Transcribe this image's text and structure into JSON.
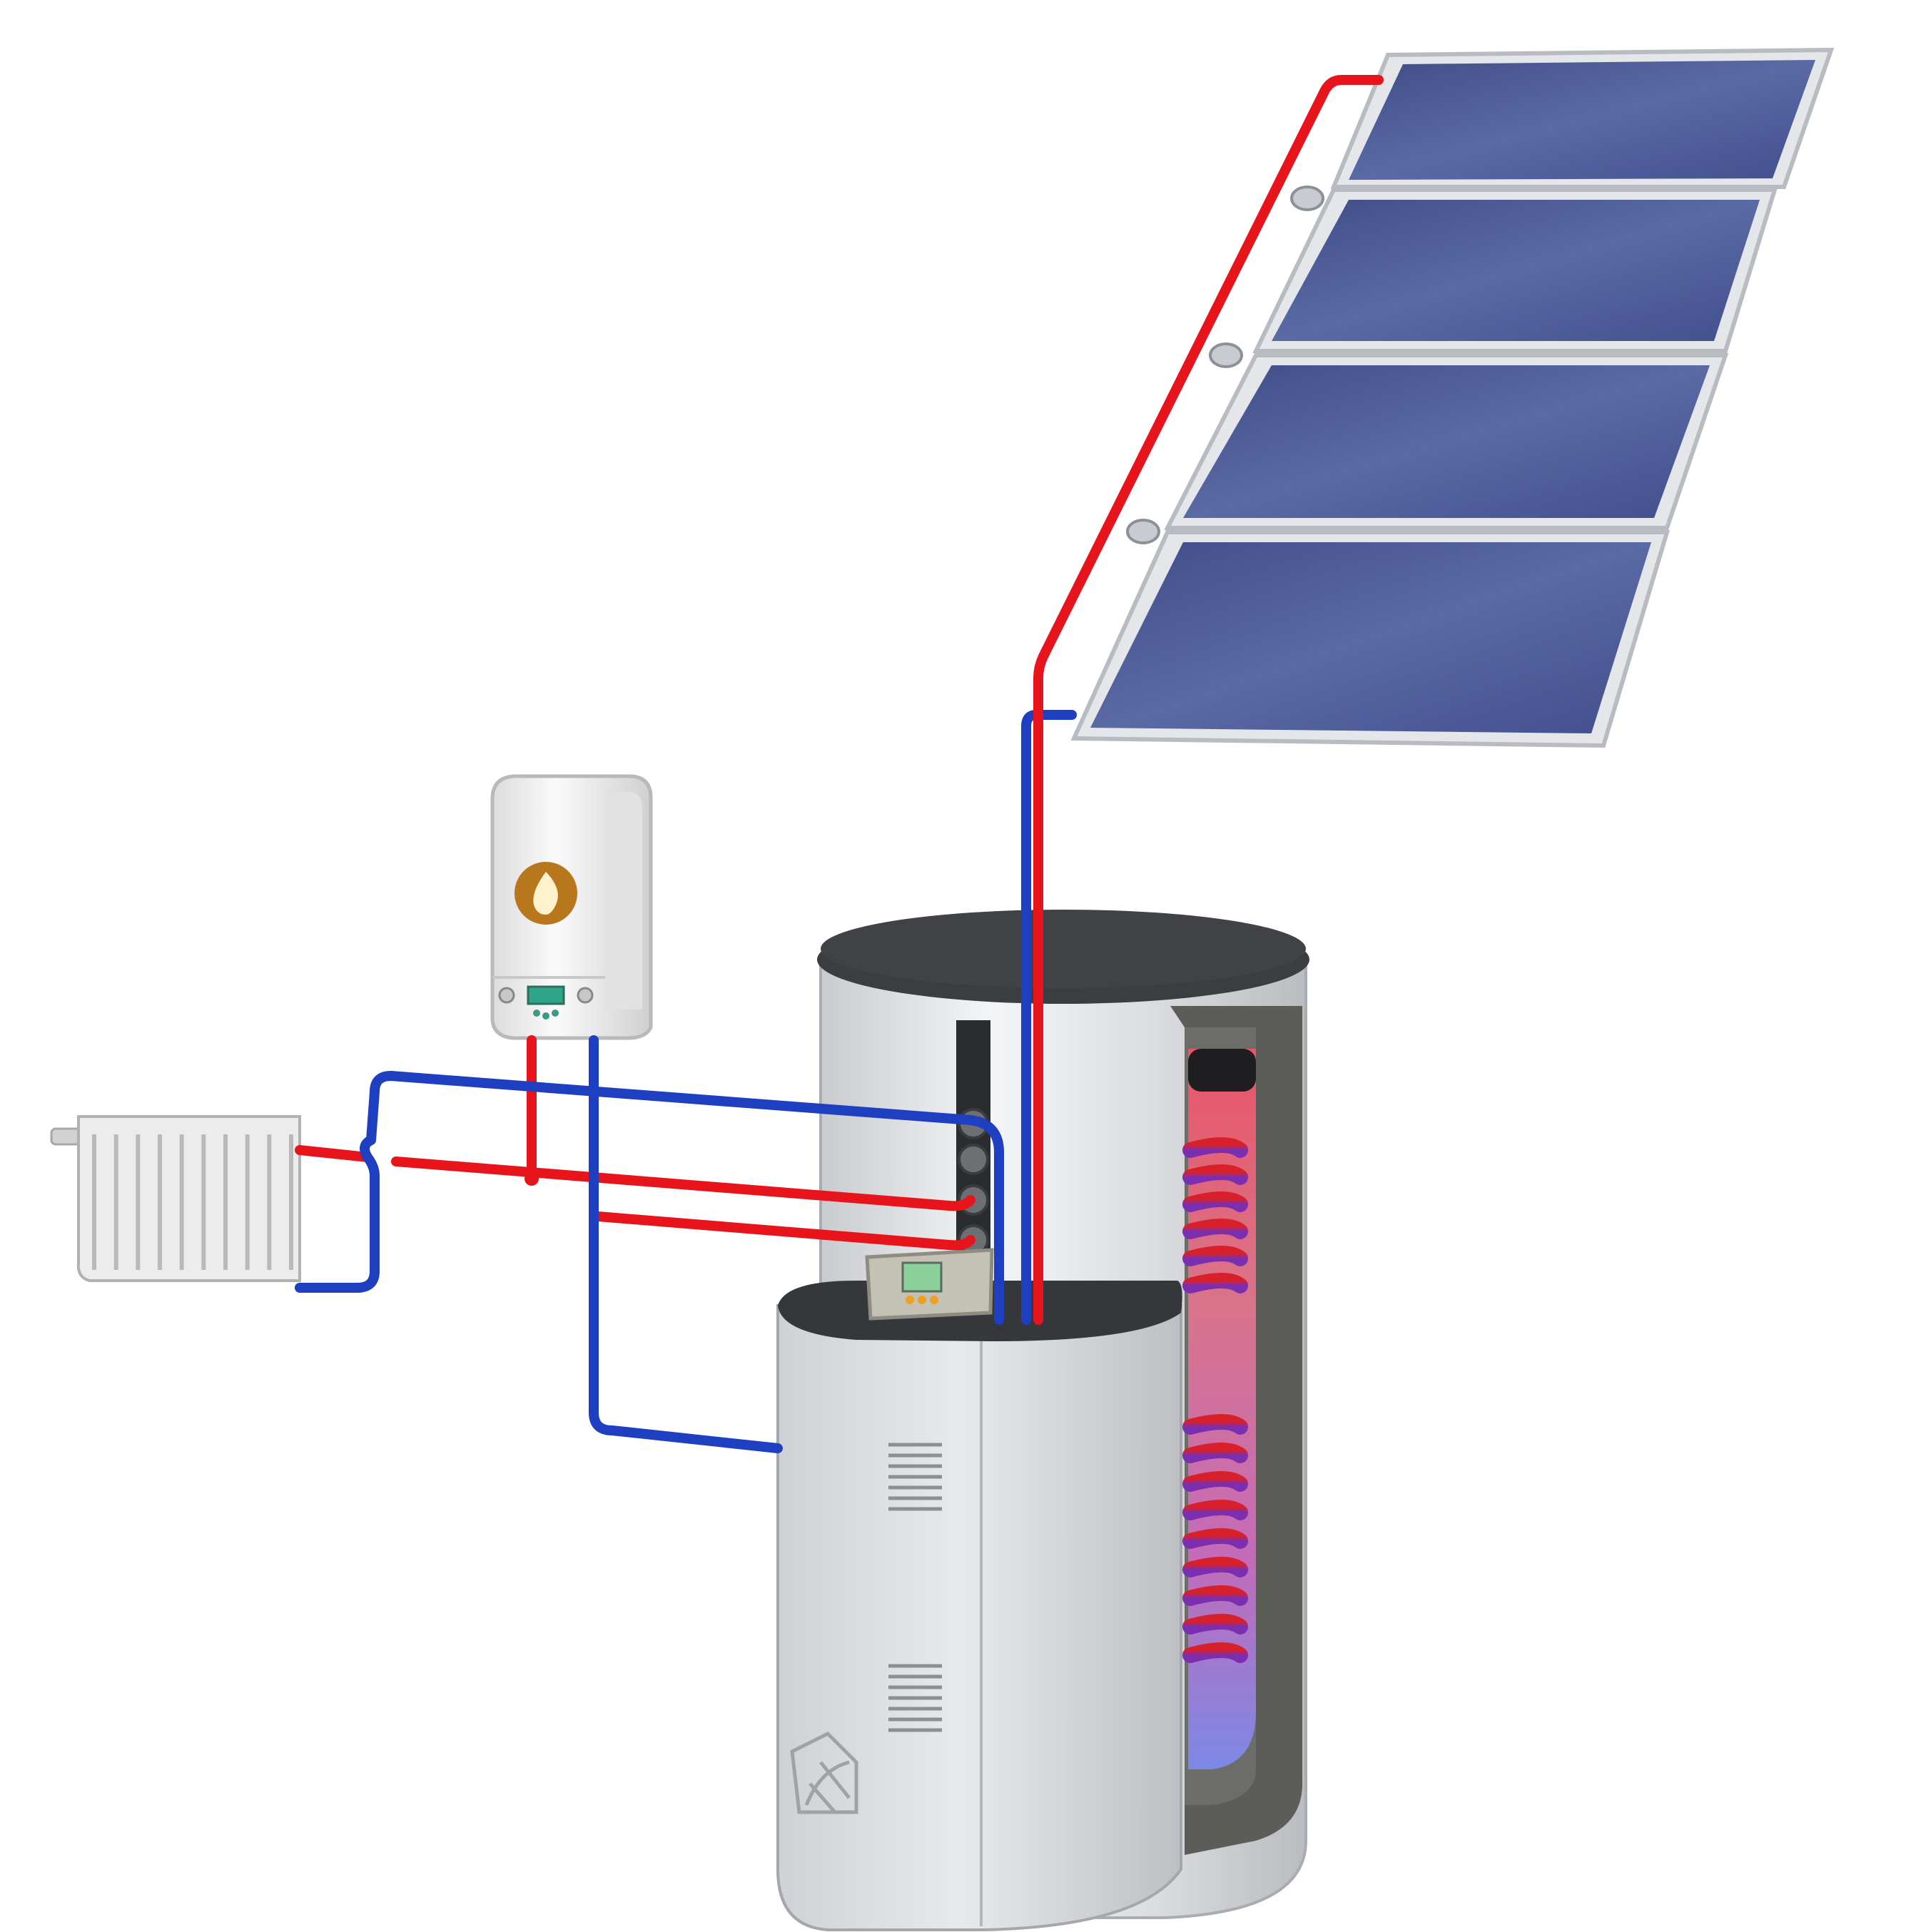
{
  "figure": {
    "type": "solar-thermal-heating-system-illustration",
    "labels": []
  },
  "colors": {
    "hot_pipe": "#e8141c",
    "cold_pipe": "#1e3fbf",
    "panel_fill": "#4a5a95",
    "panel_frame": "#d7dbe0",
    "tank_body": "#d4d6d9",
    "tank_lid": "#3b3d40",
    "insulation": "#5f605c",
    "boiler_body": "#eeeeee",
    "flame_badge": "#b8771c",
    "display_screen": "#2fa58a",
    "controller_screen": "#8bcf9a"
  },
  "components": [
    {
      "id": "solar-collectors",
      "count": 4
    },
    {
      "id": "storage-tank",
      "coils": 2
    },
    {
      "id": "gas-boiler"
    },
    {
      "id": "radiator",
      "fins": 10
    },
    {
      "id": "solar-controller"
    }
  ],
  "flows": [
    {
      "id": "solar-flow",
      "medium": "hot"
    },
    {
      "id": "solar-return",
      "medium": "cold"
    },
    {
      "id": "boiler-flow",
      "medium": "hot"
    },
    {
      "id": "boiler-return",
      "medium": "cold"
    },
    {
      "id": "radiator-flow",
      "medium": "hot"
    },
    {
      "id": "radiator-return",
      "medium": "cold"
    }
  ]
}
